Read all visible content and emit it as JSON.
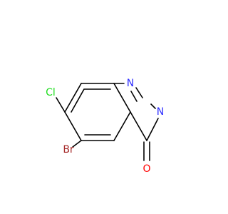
{
  "molecule": {
    "atoms": {
      "cl": "Cl",
      "br": "Br",
      "n1": "N",
      "n3": "N",
      "o": "O"
    }
  },
  "colors": {
    "bond": "#000000",
    "N": "#2f2fff",
    "O": "#ff0000",
    "Cl": "#1fdd1f",
    "Br": "#a52929"
  }
}
